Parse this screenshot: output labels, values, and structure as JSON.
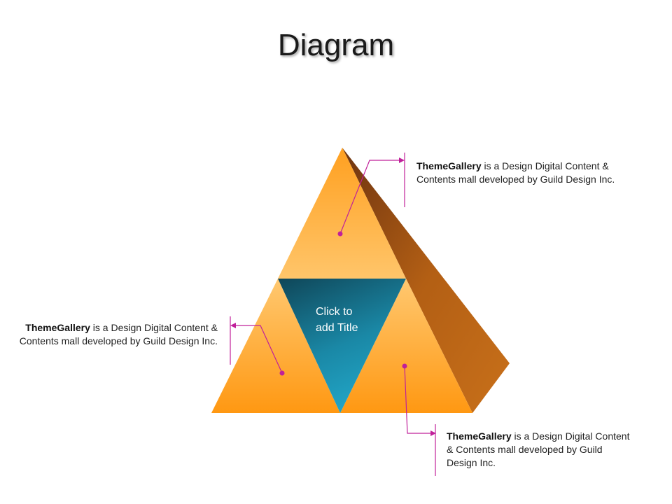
{
  "title": "Diagram",
  "center": {
    "line1": "Click to",
    "line2": "add Title"
  },
  "callouts": [
    {
      "id": "top",
      "bold": "ThemeGallery",
      "rest": " is a Design Digital Content & Contents mall developed by Guild Design Inc."
    },
    {
      "id": "left",
      "bold": "ThemeGallery",
      "rest": " is a Design Digital Content & Contents mall developed by Guild Design Inc."
    },
    {
      "id": "bottom",
      "bold": "ThemeGallery",
      "rest": " is a Design Digital Content & Contents mall developed by Guild Design Inc."
    }
  ],
  "colors": {
    "pyramid_light": "#ffd89a",
    "pyramid_orange": "#ff9a10",
    "pyramid_side_dark": "#8a4a12",
    "center_teal": "#1a93b0",
    "center_teal_dark": "#0e4a5a",
    "connector_magenta": "#c0209a"
  }
}
